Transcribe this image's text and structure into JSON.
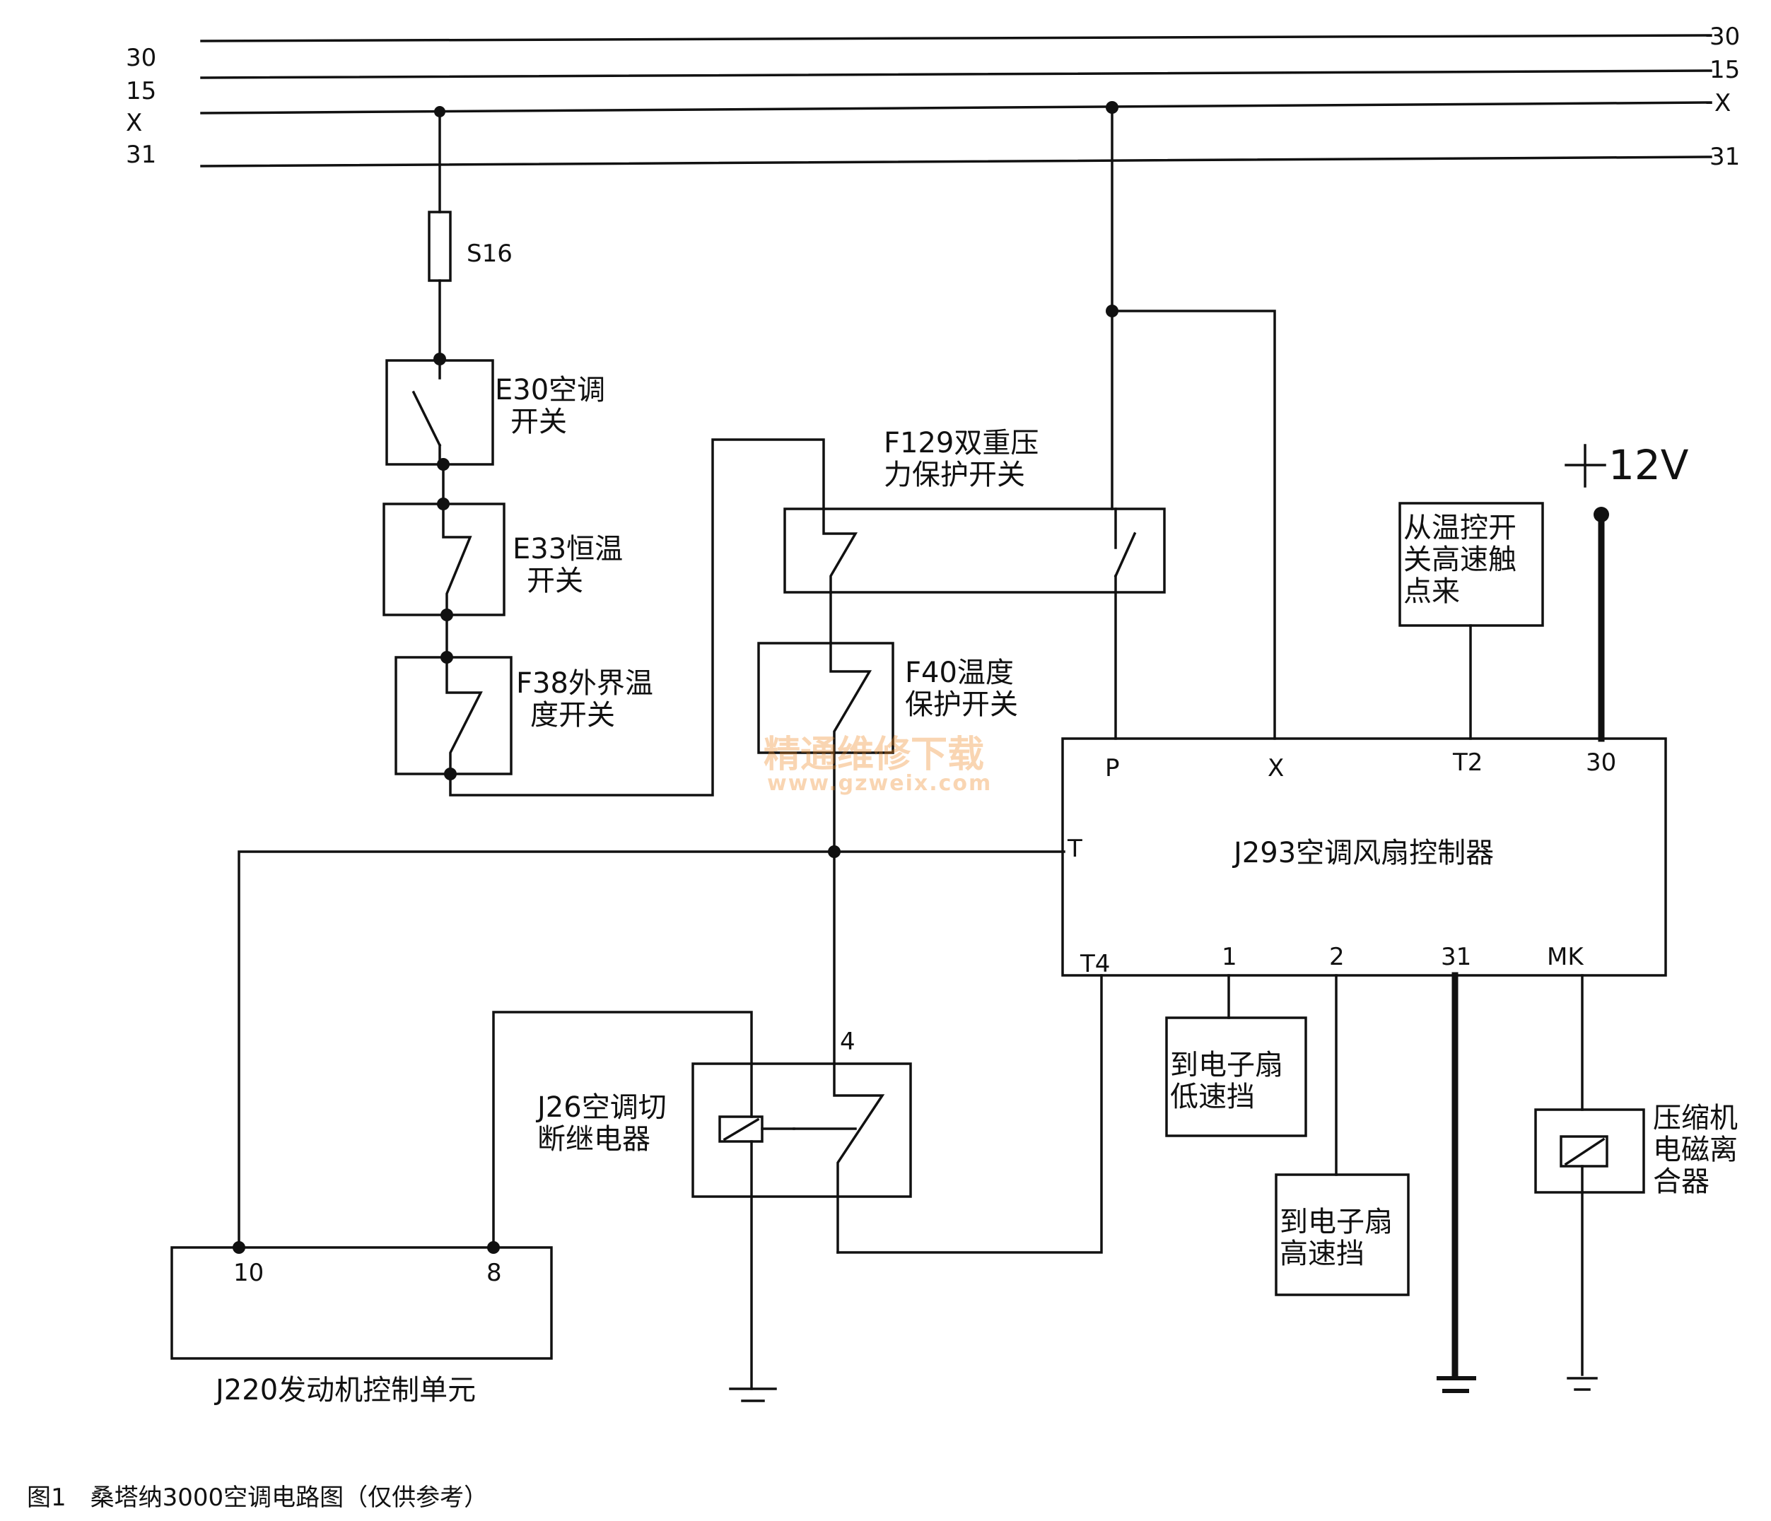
{
  "bus_lines": {
    "left": [
      "30",
      "15",
      "X",
      "31"
    ],
    "right": [
      "30",
      "15",
      "X",
      "31"
    ]
  },
  "components": {
    "s16": "S16",
    "e30": [
      "E30空调",
      "开关"
    ],
    "e33": [
      "E33恒温",
      "开关"
    ],
    "f38": [
      "F38外界温",
      "度开关"
    ],
    "f129": [
      "F129双重压",
      "力保护开关"
    ],
    "f40": [
      "F40温度",
      "保护开关"
    ],
    "j26": [
      "J26空调切",
      "断继电器"
    ],
    "j220": "J220发动机控制单元",
    "j293": "J293空调风扇控制器",
    "temp_switch_source": [
      "从温控开",
      "关高速触",
      "点来"
    ],
    "fan_low": [
      "到电子扇",
      "低速挡"
    ],
    "fan_high": [
      "到电子扇",
      "高速挡"
    ],
    "compressor_clutch": [
      "压缩机",
      "电磁离",
      "合器"
    ],
    "supply": "+12V"
  },
  "pins": {
    "j293_p": "P",
    "j293_x": "X",
    "j293_t2": "T2",
    "j293_30": "30",
    "j293_t": "T",
    "j293_t4": "T4",
    "j293_1": "1",
    "j293_2": "2",
    "j293_31": "31",
    "j293_mk": "MK",
    "j26_4": "4",
    "j220_10": "10",
    "j220_8": "8"
  },
  "watermark": {
    "text": "精通维修下载",
    "url": "www.gzweix.com",
    "color": "#f08a24"
  },
  "caption": "图1　桑塔纳3000空调电路图（仅供参考）"
}
